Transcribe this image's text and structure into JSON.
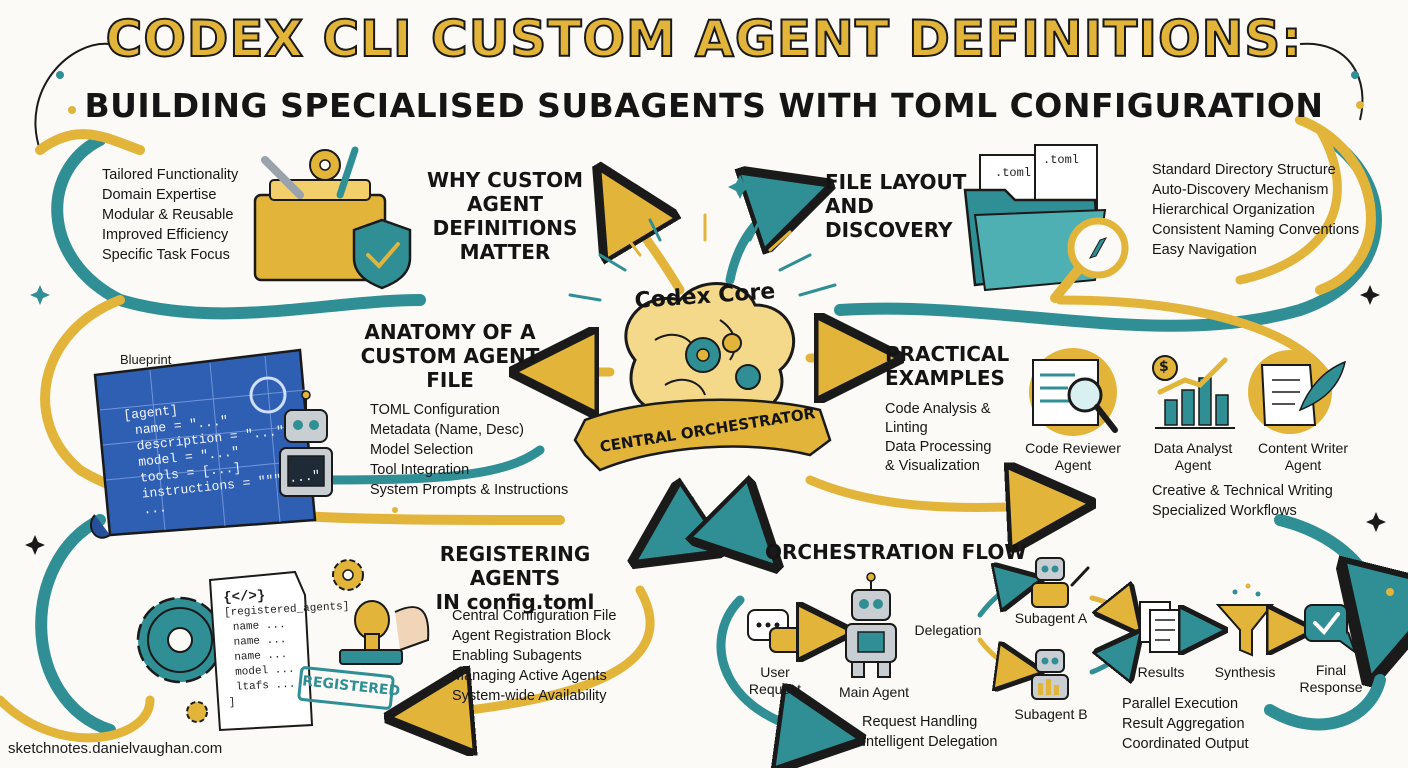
{
  "title": "CODEX CLI CUSTOM AGENT DEFINITIONS:",
  "subtitle": "BUILDING SPECIALISED SUBAGENTS WITH TOML CONFIGURATION",
  "why": {
    "heading": [
      "WHY CUSTOM",
      "AGENT DEFINITIONS",
      "MATTER"
    ],
    "items": [
      "Tailored Functionality",
      "Domain Expertise",
      "Modular & Reusable",
      "Improved Efficiency",
      "Specific Task Focus"
    ]
  },
  "file_layout": {
    "heading": [
      "FILE LAYOUT",
      "AND",
      "DISCOVERY"
    ],
    "file_labels": [
      ".toml",
      ".toml"
    ],
    "items": [
      "Standard Directory Structure",
      "Auto-Discovery Mechanism",
      "Hierarchical Organization",
      "Consistent Naming Conventions",
      "Easy Navigation"
    ]
  },
  "core": {
    "title": "Codex Core",
    "banner": "CENTRAL ORCHESTRATOR"
  },
  "anatomy": {
    "heading": [
      "ANATOMY OF A",
      "CUSTOM AGENT",
      "FILE"
    ],
    "blueprint_label": "Blueprint",
    "code_lines": [
      "[agent]",
      "name = \"...\"",
      "description = \"...\"",
      "model = \"...\"",
      "tools = [...]",
      "instructions = \"\"\" ...\"",
      "..."
    ],
    "items": [
      "TOML Configuration",
      "Metadata (Name, Desc)",
      "Model Selection",
      "Tool Integration",
      "System Prompts & Instructions"
    ]
  },
  "practical": {
    "heading": [
      "PRACTICAL",
      "EXAMPLES"
    ],
    "items": [
      "Code Analysis &",
      "Linting",
      "Data Processing",
      "& Visualization"
    ],
    "agents": [
      [
        "Code Reviewer",
        "Agent"
      ],
      [
        "Data Analyst",
        "Agent"
      ],
      [
        "Content Writer",
        "Agent"
      ]
    ],
    "dollar": "$",
    "extra": [
      "Creative & Technical Writing",
      "Specialized Workflows"
    ]
  },
  "registering": {
    "heading": [
      "REGISTERING AGENTS",
      "IN config.toml"
    ],
    "code_lines": [
      "{</>}",
      "[registered_agents]",
      "name ...",
      "name ...",
      "name ...",
      "model ...",
      "ltafs ...",
      "]"
    ],
    "stamp": "REGISTERED",
    "items": [
      "Central Configuration File",
      "Agent Registration Block",
      "Enabling Subagents",
      "Managing Active Agents",
      "System-wide Availability"
    ]
  },
  "flow": {
    "heading": "ORCHESTRATION FLOW",
    "user_request": [
      "User",
      "Request"
    ],
    "main_agent": "Main Agent",
    "delegation": "Delegation",
    "subagent_a": "Subagent A",
    "subagent_b": "Subagent B",
    "results": "Results",
    "synthesis": "Synthesis",
    "final": [
      "Final",
      "Response"
    ],
    "notes_left": [
      "Request Handling",
      "Intelligent Delegation"
    ],
    "notes_right": [
      "Parallel Execution",
      "Result Aggregation",
      "Coordinated Output"
    ]
  },
  "footer": "sketchnotes.danielvaughan.com",
  "colors": {
    "gold": "#e2b43a",
    "teal": "#2f8f95",
    "blue": "#2f5fb3",
    "ink": "#1a1a1a",
    "paper": "#fbfaf6"
  },
  "icons": [
    "toolbox-icon",
    "shield-check-icon",
    "folder-icon",
    "magnifier-compass-icon",
    "brain-gears-icon",
    "blueprint-icon",
    "robot-icon",
    "code-review-icon",
    "bar-chart-icon",
    "scroll-quill-icon",
    "gear-icon",
    "stamp-icon",
    "chat-bubble-icon",
    "funnel-icon",
    "documents-icon",
    "check-bubble-icon"
  ]
}
